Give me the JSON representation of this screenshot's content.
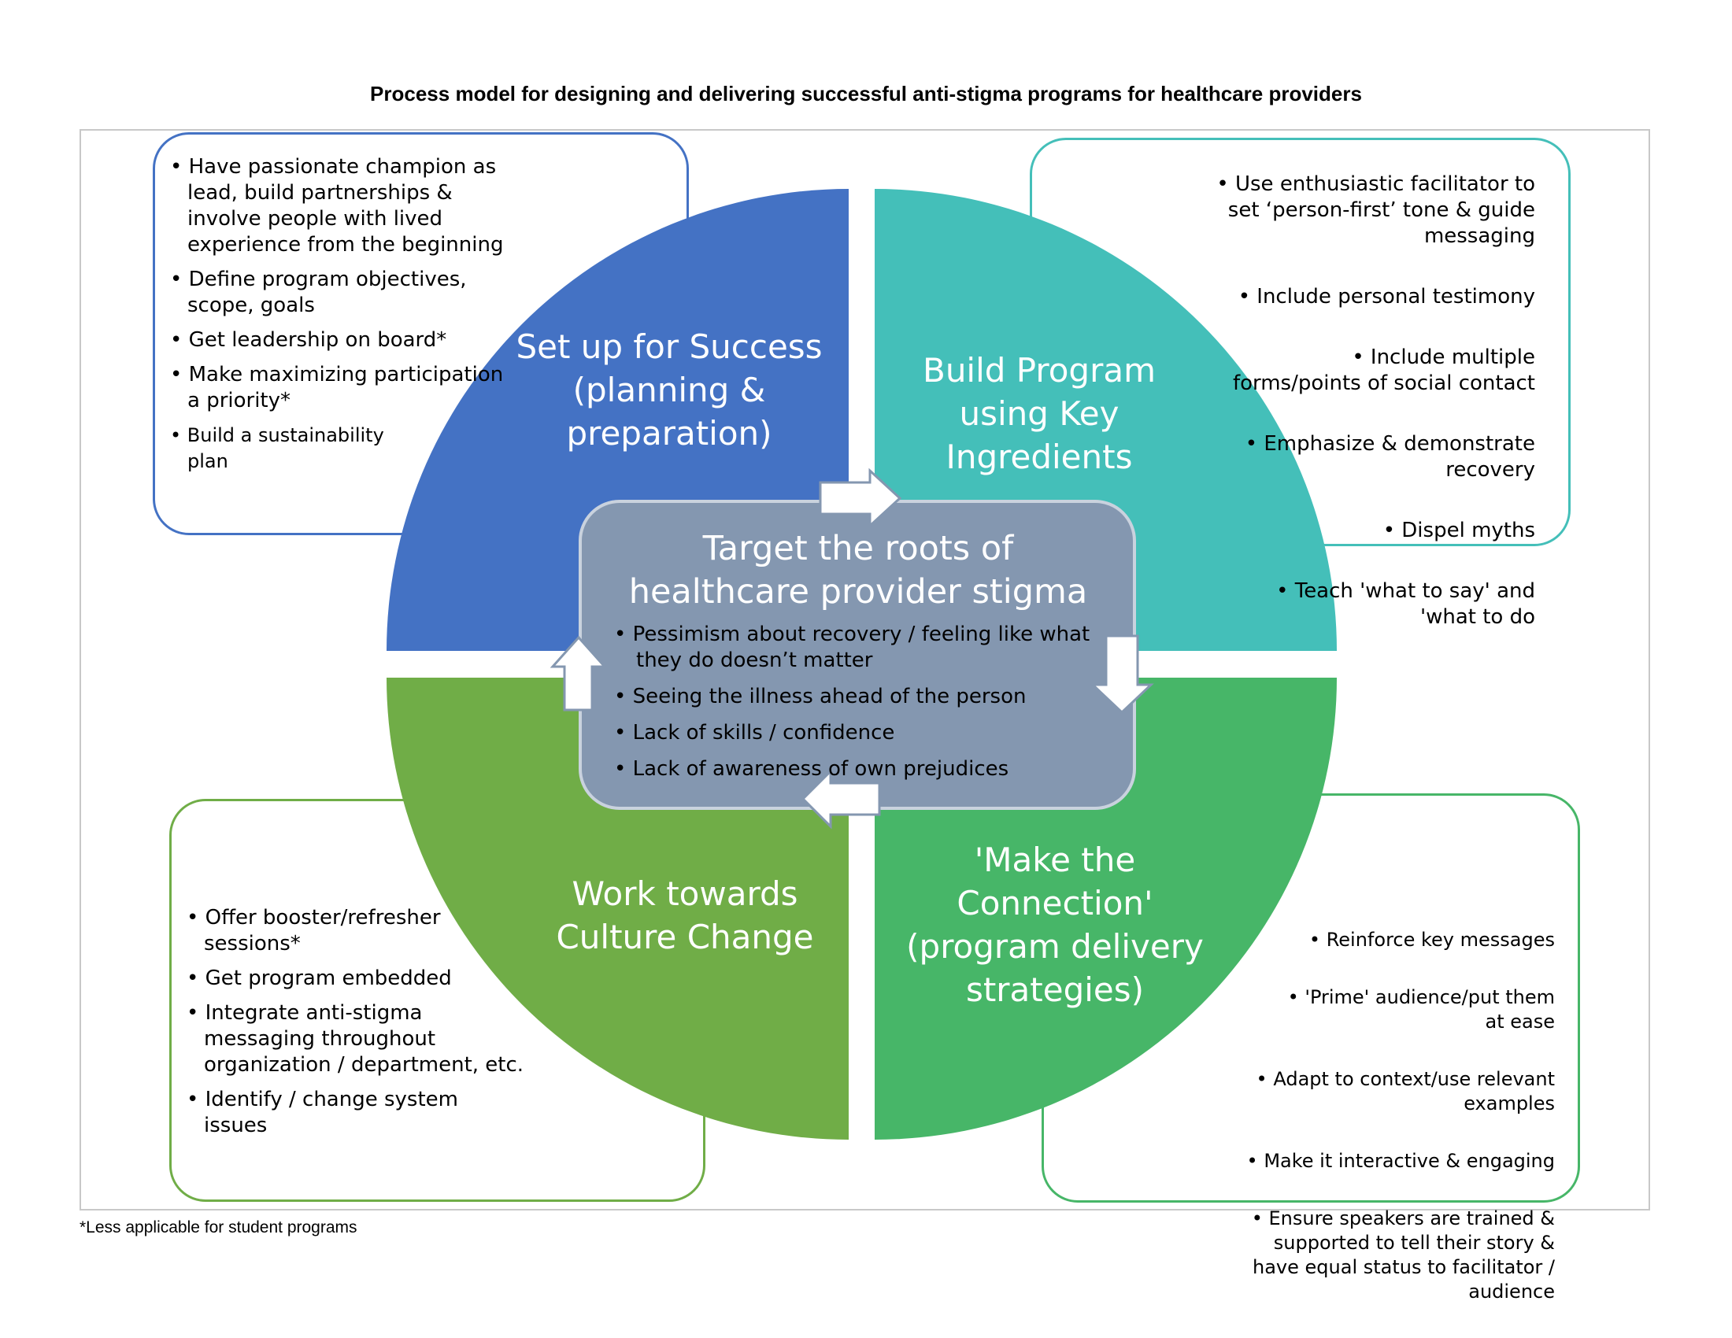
{
  "title": "Process model for designing and delivering successful anti-stigma programs for healthcare providers",
  "colors": {
    "blue": "#4472c4",
    "teal": "#44bfb9",
    "green": "#70ad47",
    "emerald": "#47b668",
    "center": "#8497b0",
    "arrow_fill": "#ffffff",
    "arrow_stroke": "#8497b0"
  },
  "quadrants": {
    "top_left": {
      "label": "Set up for Success\n(planning &\npreparation)",
      "items": [
        "• Have passionate champion as lead, build partnerships & involve people with lived experience from the beginning",
        "• Define program objectives, scope, goals",
        "• Get leadership on board*",
        "• Make maximizing participation\na priority*",
        "• Build a sustainability plan"
      ]
    },
    "top_right": {
      "label": "Build Program\nusing Key\nIngredients",
      "items": [
        "• Use enthusiastic facilitator to\nset ‘person-first’ tone & guide\nmessaging",
        "• Include personal testimony",
        "• Include multiple\nforms/points of social contact",
        "• Emphasize  & demonstrate\nrecovery",
        "• Dispel myths",
        "• Teach 'what to say' and\n'what to do"
      ]
    },
    "bottom_left": {
      "label": "Work towards\nCulture Change",
      "items": [
        "• Offer booster/refresher sessions*",
        "• Get program embedded",
        "• Integrate anti-stigma messaging throughout organization / department, etc.",
        "• Identify / change system issues"
      ]
    },
    "bottom_right": {
      "label": "'Make the\nConnection'\n(program delivery\nstrategies)",
      "items": [
        "• Reinforce key messages",
        "• 'Prime' audience/put them\nat ease",
        "• Adapt to context/use relevant\nexamples",
        "• Make it interactive & engaging",
        "• Ensure speakers are trained &\nsupported to tell their story &\nhave equal status to facilitator /\naudience"
      ]
    }
  },
  "center": {
    "title": "Target the roots of\nhealthcare provider stigma",
    "items": [
      "•  Pessimism about recovery / feeling like what they do doesn’t matter",
      "•  Seeing the illness ahead of the person",
      "•  Lack of skills / confidence",
      "•  Lack of awareness of own prejudices"
    ]
  },
  "footnote": "*Less applicable for student programs"
}
